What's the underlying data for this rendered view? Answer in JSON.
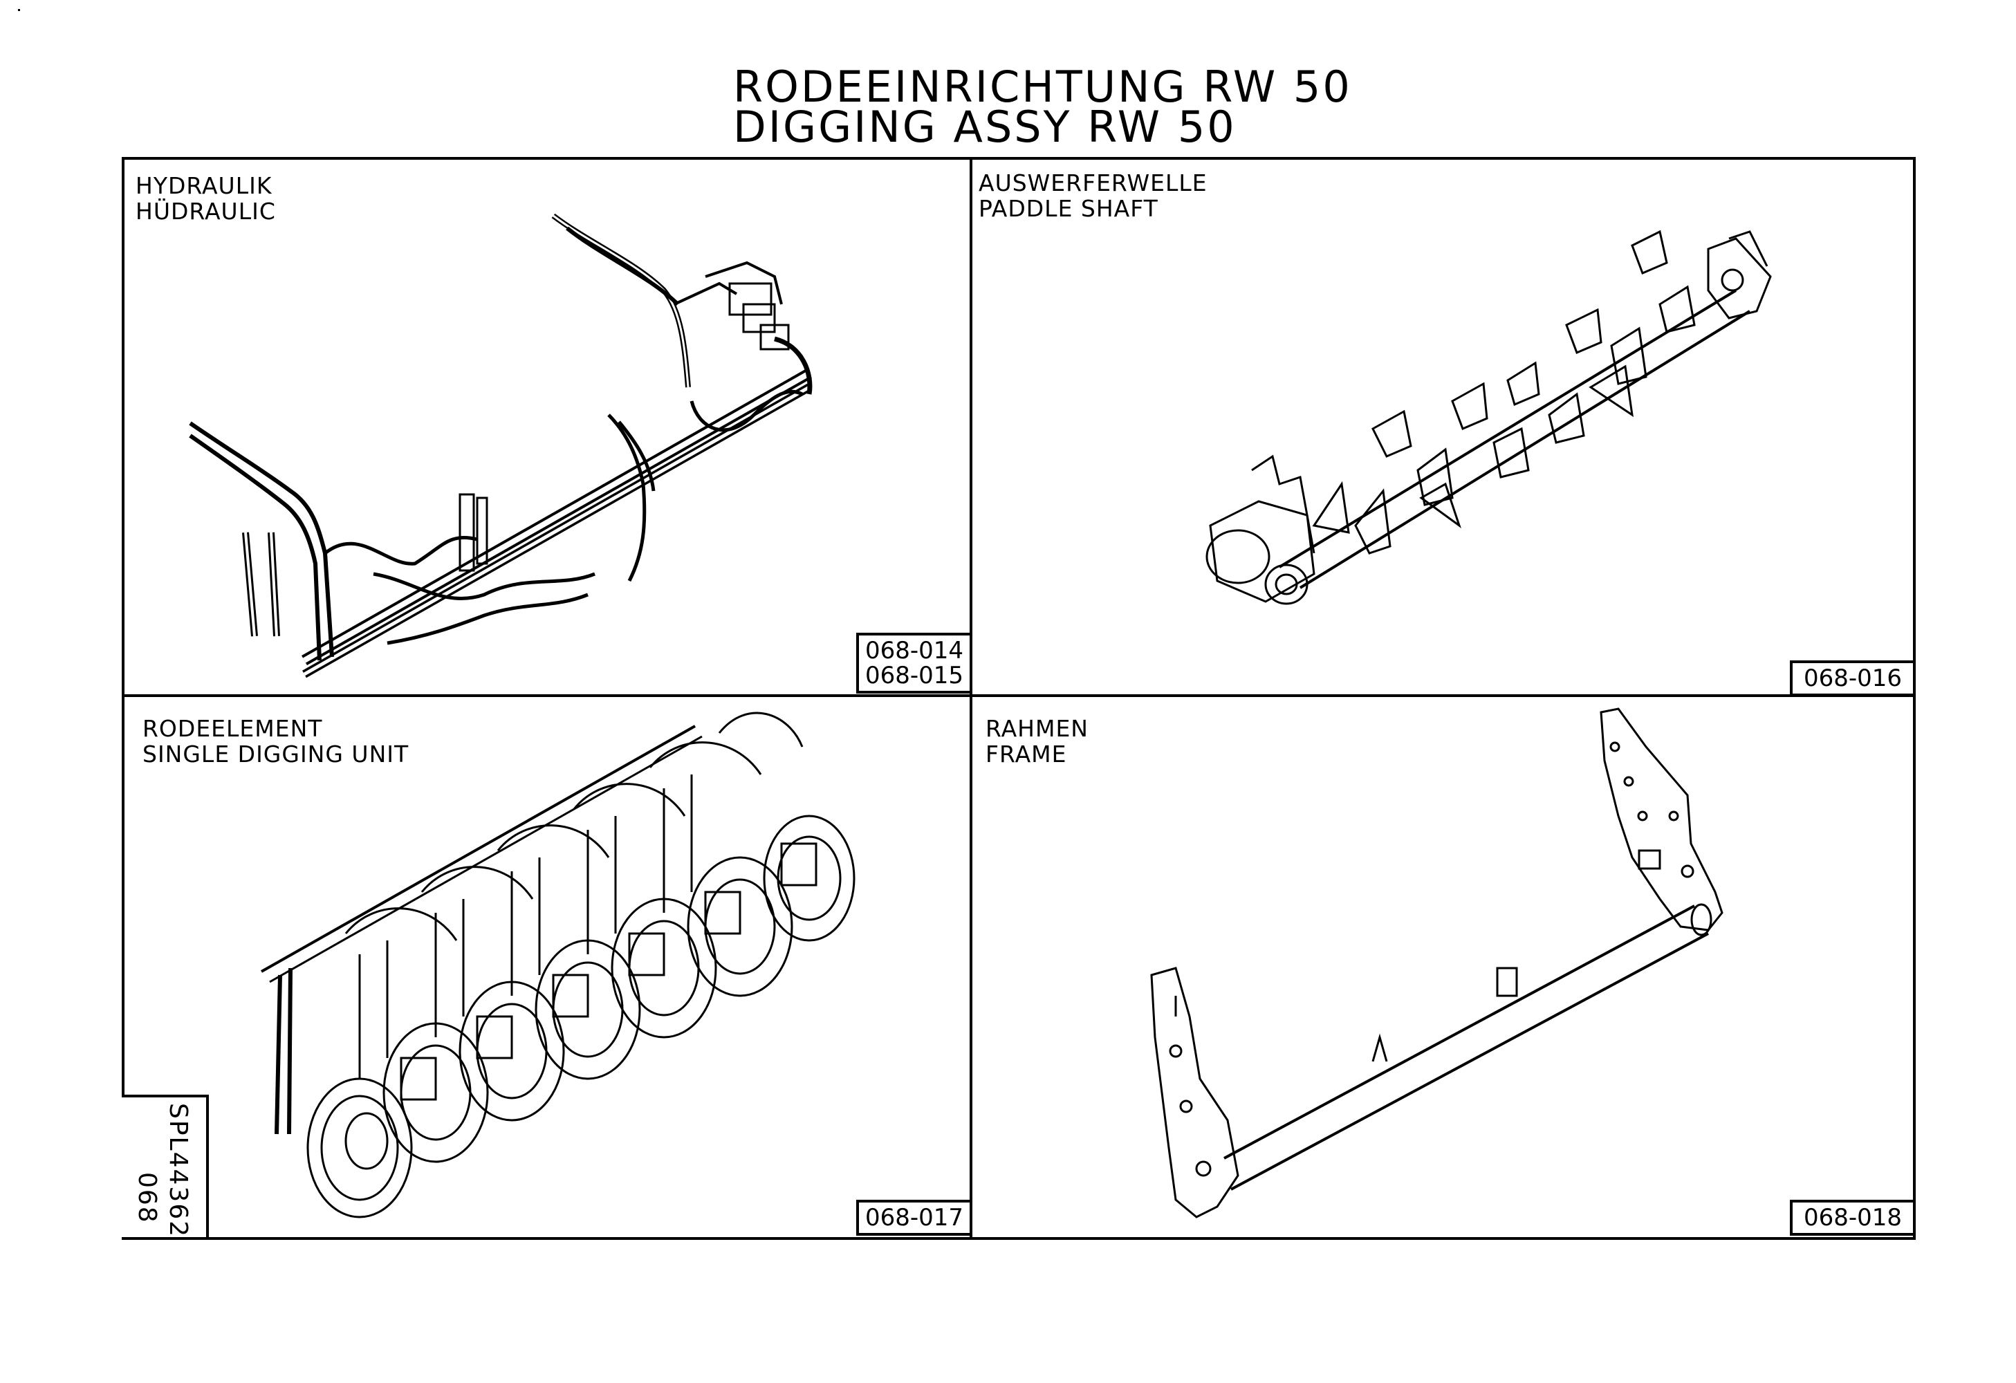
{
  "header": {
    "title_de": "RODEEINRICHTUNG RW 50",
    "title_en": "DIGGING ASSY RW 50"
  },
  "panels": [
    {
      "label_de": "HYDRAULIK",
      "label_en": "HÜDRAULIC",
      "refs": [
        "068-014",
        "068-015"
      ]
    },
    {
      "label_de": "AUSWERFERWELLE",
      "label_en": "PADDLE SHAFT",
      "refs": [
        "068-016"
      ]
    },
    {
      "label_de": "RODEELEMENT",
      "label_en": "SINGLE DIGGING UNIT",
      "refs": [
        "068-017"
      ]
    },
    {
      "label_de": "RAHMEN",
      "label_en": "FRAME",
      "refs": [
        "068-018"
      ]
    }
  ],
  "sheet": {
    "group": "068",
    "number": "SPL44362"
  }
}
